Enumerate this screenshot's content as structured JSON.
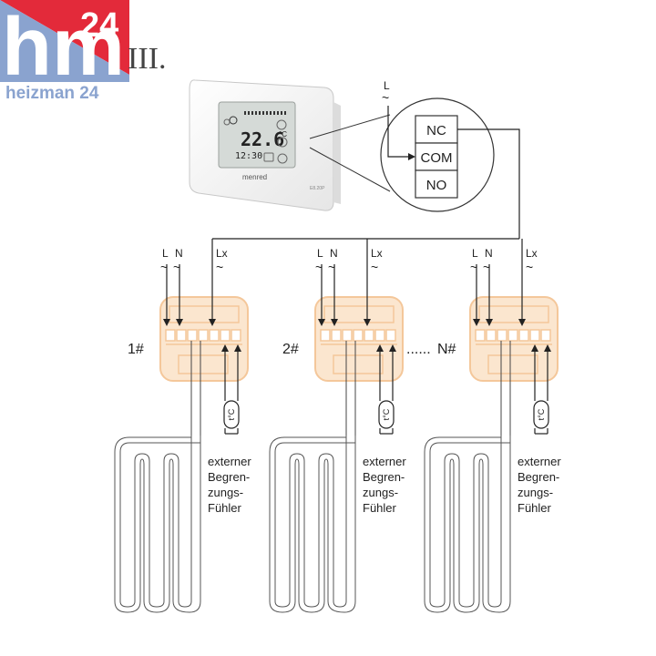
{
  "brand": {
    "logo_letters": "hm",
    "logo_number": "24",
    "logo_caption": "heizman 24",
    "color_blue": "#8aa3cf",
    "color_red": "#e32a3a"
  },
  "figure_number": "III.",
  "thermostat": {
    "brand": "menred",
    "model": "E8.20P",
    "temperature": "22.6",
    "unit": "°C",
    "time": "12:30"
  },
  "relay": {
    "supply_label": "L",
    "supply_symbol": "~",
    "contacts": [
      "NC",
      "COM",
      "NO"
    ]
  },
  "units": [
    {
      "label": "1#",
      "L": "L",
      "N": "N",
      "Lx": "Lx",
      "ac": "~",
      "sensor": "t°C",
      "sensor_text": [
        "externer",
        "Begren-",
        "zungs-",
        "Fühler"
      ]
    },
    {
      "label": "2#",
      "L": "L",
      "N": "N",
      "Lx": "Lx",
      "ac": "~",
      "sensor": "t°C",
      "sensor_text": [
        "externer",
        "Begren-",
        "zungs-",
        "Fühler"
      ]
    },
    {
      "label": "N#",
      "L": "L",
      "N": "N",
      "Lx": "Lx",
      "ac": "~",
      "sensor": "t°C",
      "sensor_text": [
        "externer",
        "Begren-",
        "zungs-",
        "Fühler"
      ]
    }
  ],
  "ellipsis": "......",
  "colors": {
    "wire": "#222222",
    "module": "#f4c79a",
    "module_light": "#fbe6cf",
    "thermostat_body": "#f4f4f4",
    "lcd": "#d5dad7"
  }
}
